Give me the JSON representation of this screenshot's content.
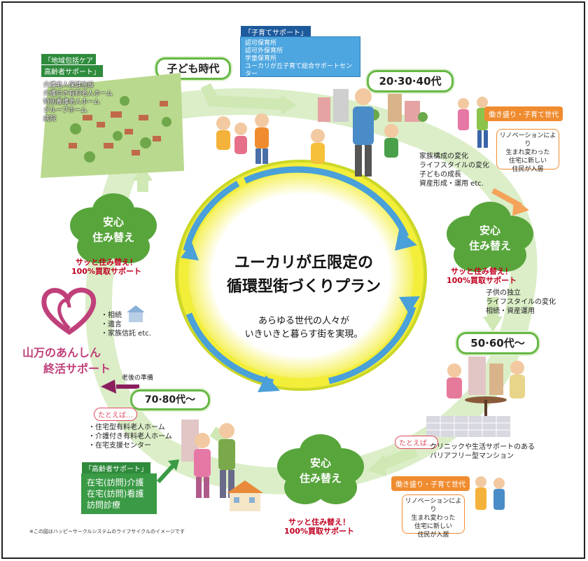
{
  "center": {
    "title_line1": "ユーカリが丘限定の",
    "title_line2": "循環型街づくりプラン",
    "subtitle_line1": "あらゆる世代の人々が",
    "subtitle_line2": "いきいきと暮らす街を実現。"
  },
  "generations": {
    "child": "子ども時代",
    "g20": "20·30·40代",
    "g50": "50·60代〜",
    "g70": "70·80代〜"
  },
  "childcare": {
    "title": "「子育てサポート」",
    "items": [
      "認可保育所",
      "認可外保育所",
      "学童保育所",
      "ユーカリが丘子育て総合サポートセンター"
    ]
  },
  "elder_care": {
    "title_line1": "「地域包括ケア",
    "title_line2": "高齢者サポート」",
    "items": [
      "介護老人保健施設",
      "介護付き有料老人ホーム",
      "特別養護老人ホーム",
      "グループホーム",
      "病院"
    ]
  },
  "life_change_20": {
    "items": [
      "家族構成の変化",
      "ライフスタイルの変化",
      "子どもの成長",
      "資産形成・運用 etc."
    ]
  },
  "life_change_50": {
    "items": [
      "子供の独立",
      "ライフスタイルの変化",
      "相続・資産運用"
    ]
  },
  "relocate": {
    "line1": "安心",
    "line2": "住み替え",
    "caption1": "サッと住み替え！",
    "caption2": "100%買取サポート"
  },
  "hataraki_tag": "働き盛り・子育て世代",
  "renovation_note": [
    "リノベーションにより",
    "生まれ変わった",
    "住宅に新しい",
    "住民が入居"
  ],
  "tatoeba": "たとえば…",
  "mansion_note": [
    "クリニックや生活サポートのある",
    "バリアフリー型マンション"
  ],
  "facilities_70": [
    "・住宅型有料老人ホーム",
    "・介護付き有料老人ホーム",
    "・在宅支援センター"
  ],
  "elderly_support": {
    "title": "「高齢者サポート」",
    "items": [
      "在宅(訪問)介護",
      "在宅(訪問)看護",
      "訪問診療"
    ]
  },
  "shukatsu": {
    "line1": "山万のあんしん",
    "line2": "終活サポート",
    "items": [
      "・相続",
      "・遺言",
      "・家族信託 etc."
    ],
    "prep": "老後の準備"
  },
  "footnote": "※この図はハッピーサークルシステムのライフサイクルのイメージです",
  "colors": {
    "green": "#58a53c",
    "orange": "#f08c30",
    "blue": "#4da6e0",
    "red": "#c00020",
    "ring_yellow": "#f3ee3a"
  }
}
